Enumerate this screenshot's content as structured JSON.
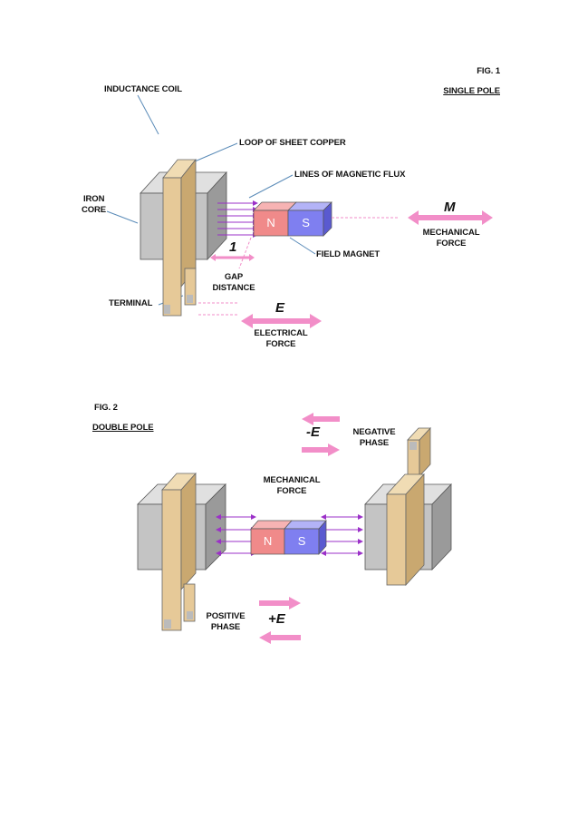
{
  "fig1": {
    "number": "FIG. 1",
    "title": "SINGLE POLE",
    "labels": {
      "inductance_coil": "INDUCTANCE COIL",
      "loop": "LOOP OF SHEET COPPER",
      "flux": "LINES OF MAGNETIC FLUX",
      "iron_core_1": "IRON",
      "iron_core_2": "CORE",
      "field_magnet": "FIELD MAGNET",
      "gap_1": "GAP",
      "gap_2": "DISTANCE",
      "terminal": "TERMINAL",
      "mech_1": "MECHANICAL",
      "mech_2": "FORCE",
      "elec_1": "ELECTRICAL",
      "elec_2": "FORCE",
      "m_symbol": "M",
      "e_symbol": "E",
      "gap_symbol": "1",
      "north": "N",
      "south": "S"
    }
  },
  "fig2": {
    "number": "FIG. 2",
    "title": "DOUBLE POLE",
    "labels": {
      "neg_1": "NEGATIVE",
      "neg_2": "PHASE",
      "neg_symbol": "-E",
      "mech_1": "MECHANICAL",
      "mech_2": "FORCE",
      "pos_1": "POSITIVE",
      "pos_2": "PHASE",
      "pos_symbol": "+E",
      "north": "N",
      "south": "S"
    }
  },
  "colors": {
    "copper": "#e6c998",
    "iron_front": "#c4c4c4",
    "iron_side": "#9a9a9a",
    "iron_top": "#e0e0e0",
    "north": "#f08a8a",
    "south": "#7f7ff0",
    "flux": "#9b30c8",
    "arrow": "#f28ec8",
    "leader": "#5a8bb8"
  }
}
